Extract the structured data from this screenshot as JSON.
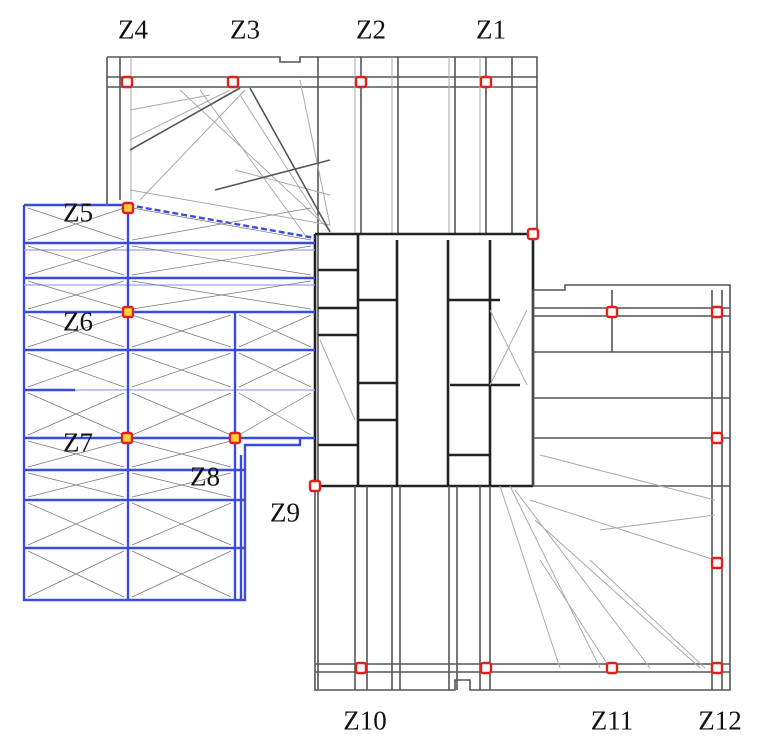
{
  "title": "Column location plan",
  "columns": [
    {
      "label": "Z1",
      "highlight": false
    },
    {
      "label": "Z2",
      "highlight": false
    },
    {
      "label": "Z3",
      "highlight": false
    },
    {
      "label": "Z4",
      "highlight": false
    },
    {
      "label": "Z5",
      "highlight": true
    },
    {
      "label": "Z6",
      "highlight": true
    },
    {
      "label": "Z7",
      "highlight": true
    },
    {
      "label": "Z8",
      "highlight": true
    },
    {
      "label": "Z9",
      "highlight": false
    },
    {
      "label": "Z10",
      "highlight": false
    },
    {
      "label": "Z11",
      "highlight": false
    },
    {
      "label": "Z12",
      "highlight": false
    }
  ],
  "colors": {
    "marker": "#e0201c",
    "highlight_fill": "#f7d23a",
    "new_structure": "#3a4be0",
    "existing_structure": "#555555"
  }
}
